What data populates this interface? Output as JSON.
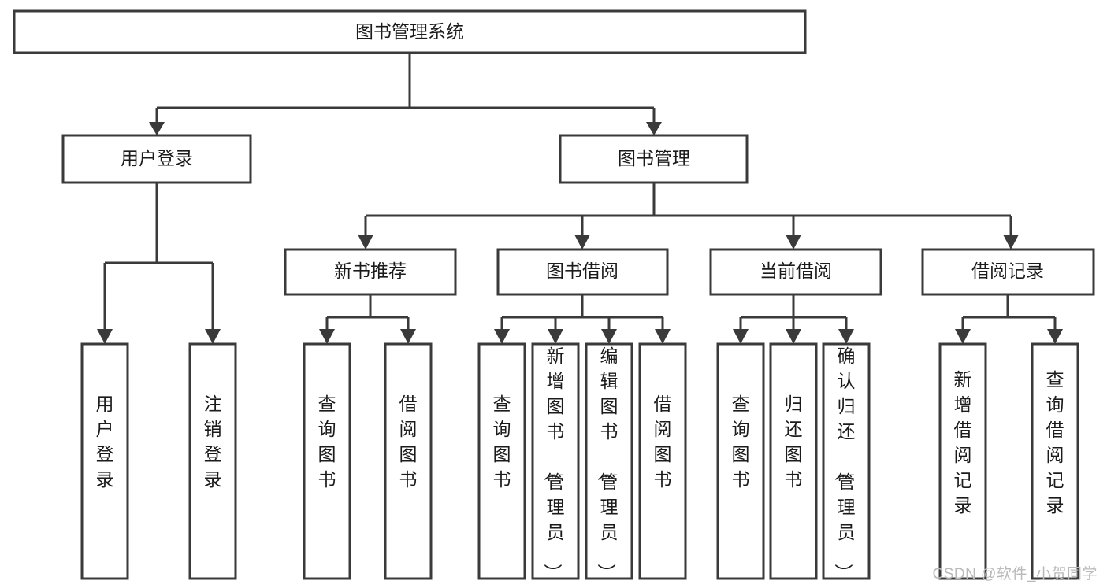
{
  "diagram": {
    "type": "tree",
    "title": "图书管理系统",
    "orientation": "top-down",
    "watermark": "CSDN @软件_小贺同学",
    "root": {
      "id": "root",
      "label": "图书管理系统",
      "level": 0
    },
    "level2": [
      {
        "id": "user-login",
        "label": "用户登录",
        "level": 1
      },
      {
        "id": "book-management",
        "label": "图书管理",
        "level": 1
      }
    ],
    "level3": [
      {
        "id": "new-book-recommend",
        "label": "新书推荐",
        "level": 2,
        "parent": "book-management"
      },
      {
        "id": "book-borrow",
        "label": "图书借阅",
        "level": 2,
        "parent": "book-management"
      },
      {
        "id": "current-borrow",
        "label": "当前借阅",
        "level": 2,
        "parent": "book-management"
      },
      {
        "id": "borrow-record",
        "label": "借阅记录",
        "level": 2,
        "parent": "book-management"
      }
    ],
    "leaves": {
      "user-login": [
        {
          "id": "leaf-user-login",
          "label": "用户登录"
        },
        {
          "id": "leaf-user-logout",
          "label": "注销登录"
        }
      ],
      "new-book-recommend": [
        {
          "id": "leaf-query-book-1",
          "label": "查询图书"
        },
        {
          "id": "leaf-borrow-book-1",
          "label": "借阅图书"
        }
      ],
      "book-borrow": [
        {
          "id": "leaf-query-book-2",
          "label": "查询图书"
        },
        {
          "id": "leaf-add-book",
          "label": "新增图书（管理员）"
        },
        {
          "id": "leaf-edit-book",
          "label": "编辑图书（管理员）"
        },
        {
          "id": "leaf-borrow-book-2",
          "label": "借阅图书"
        }
      ],
      "current-borrow": [
        {
          "id": "leaf-query-book-3",
          "label": "查询图书"
        },
        {
          "id": "leaf-return-book",
          "label": "归还图书"
        },
        {
          "id": "leaf-confirm-return",
          "label": "确认归还（管理员）"
        }
      ],
      "borrow-record": [
        {
          "id": "leaf-add-record",
          "label": "新增借阅记录"
        },
        {
          "id": "leaf-query-record",
          "label": "查询借阅记录"
        }
      ]
    },
    "colors": {
      "box_fill": "#ffffff",
      "box_stroke": "#3a3a3a",
      "text": "#1b1b1b",
      "watermark": "#b9b9b9",
      "background": "#ffffff"
    }
  }
}
